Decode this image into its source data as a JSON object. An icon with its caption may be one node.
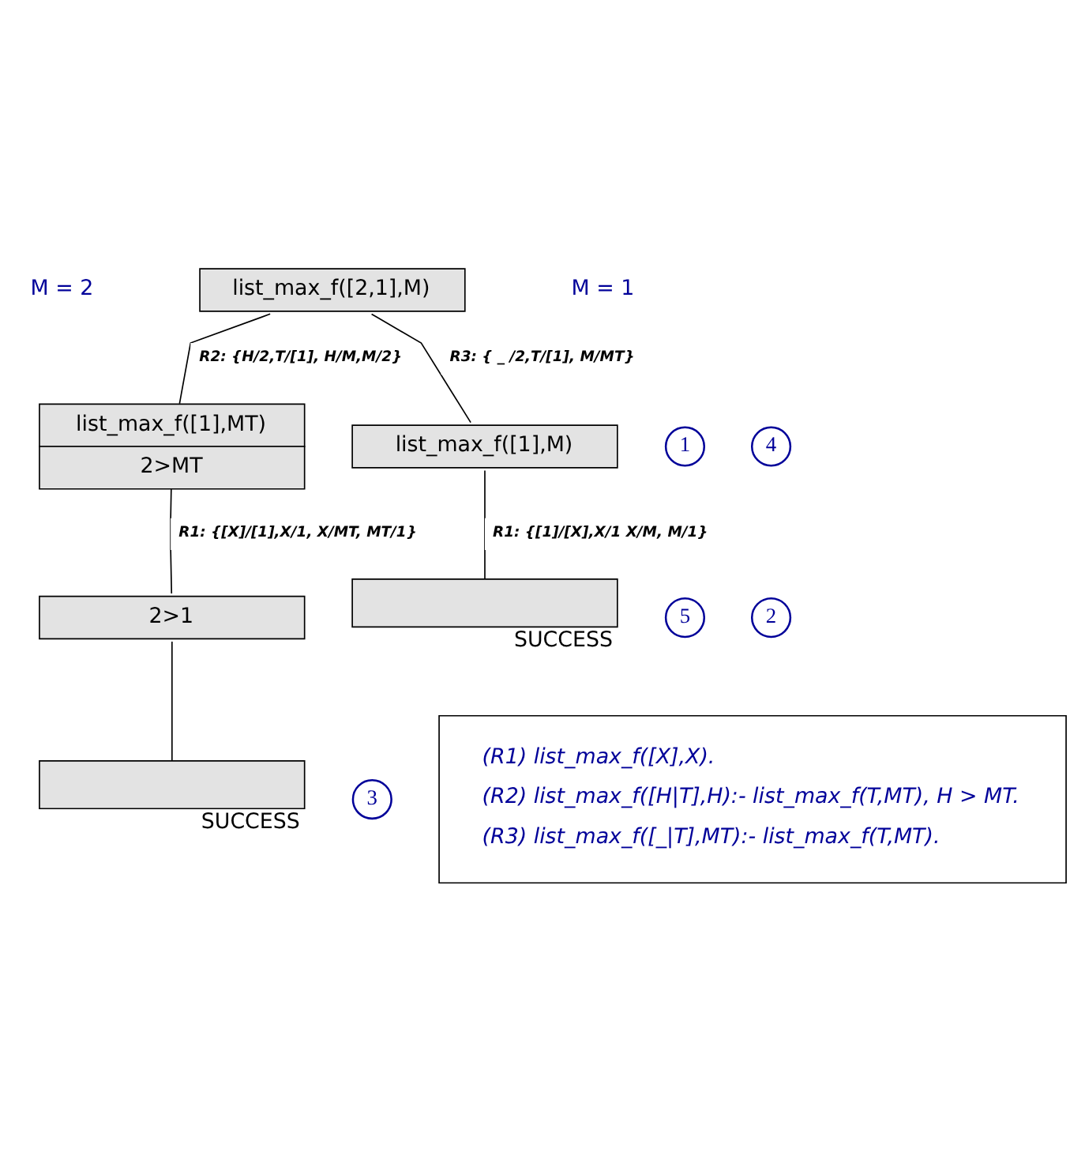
{
  "diagram": {
    "nodes": [
      {
        "text": [
          "list_max_f([2,1],M)"
        ]
      },
      {
        "text": [
          "list_max_f([1],MT)",
          "2>MT"
        ]
      },
      {
        "text": [
          "2>1"
        ]
      },
      {
        "text": [],
        "shape": "box",
        "beside": [
          "SUCCESS"
        ]
      },
      {
        "text": [
          "list_max_f([1],M)"
        ]
      },
      {
        "text": [],
        "shape": "box",
        "beside": [
          "SUCCESS"
        ]
      },
      {
        "text": [
          "(R1) list_max_f([X],X).",
          "(R2) list_max_f([H|T],H):- list_max_f(T,MT), H > MT.",
          "(R3) list_max_f([_|T],MT):- list_max_f(T,MT)."
        ]
      }
    ],
    "edges": [
      {
        "from": 0,
        "to": 1,
        "arrow": "none",
        "label": "R2: {H/2,T/[1], H/M,M/2}"
      },
      {
        "from": 1,
        "to": 2,
        "arrow": "none",
        "label": "R1: {[X]/[1],X/1, X/MT, MT/1}"
      },
      {
        "from": 2,
        "to": 3,
        "arrow": "none"
      },
      {
        "from": 0,
        "to": 4,
        "arrow": "none",
        "label": "R3: { _ /2,T/[1], M/MT}"
      },
      {
        "from": 4,
        "to": 5,
        "arrow": "none",
        "label": "R1: {[1]/[X],X/1 X/M, M/1}"
      }
    ],
    "labels": [
      "M = 2",
      "M = 1",
      "1",
      "4",
      "5",
      "2",
      "3"
    ]
  }
}
